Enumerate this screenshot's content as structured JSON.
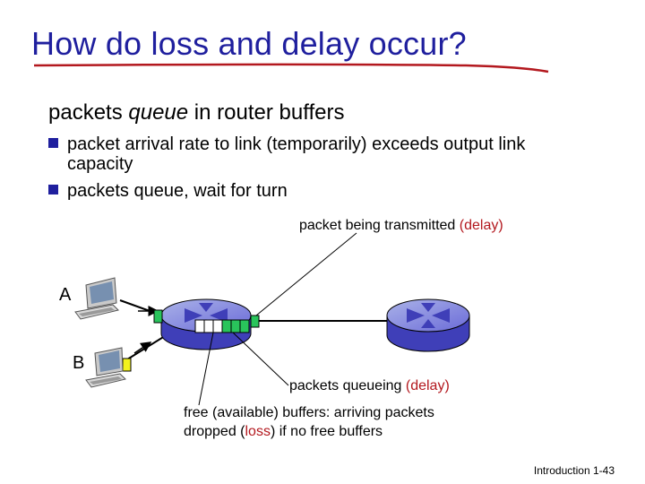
{
  "title": "How do loss and delay occur?",
  "intro": {
    "before": "packets ",
    "emphasis": "queue",
    "after": " in router buffers"
  },
  "bullets": [
    {
      "line1": "packet arrival rate to link (temporarily) exceeds output link",
      "line2": "capacity"
    },
    {
      "line1": "packets queue, wait for turn"
    }
  ],
  "labels": {
    "transmitted": {
      "text": "packet being transmitted ",
      "delay": "(delay)"
    },
    "queueing": {
      "text": "packets queueing ",
      "delay": "(delay)"
    },
    "free_buffers": {
      "line1": "free (available) buffers: arriving packets",
      "line2_before": "dropped (",
      "line2_loss": "loss",
      "line2_after": ") if no free buffers"
    }
  },
  "hosts": {
    "a": "A",
    "b": "B"
  },
  "footer": {
    "text": "Introduction",
    "page": "1-43"
  },
  "icons": [
    "computer-icon",
    "router-icon"
  ],
  "colors": {
    "title": "#1f1f9e",
    "bullet": "#1f1f9e",
    "delay_text": "#b3181e",
    "router_blue": "#5a5ad6",
    "queued_packet": "#29c45b",
    "arriving_packet_b": "#f2f21d"
  }
}
